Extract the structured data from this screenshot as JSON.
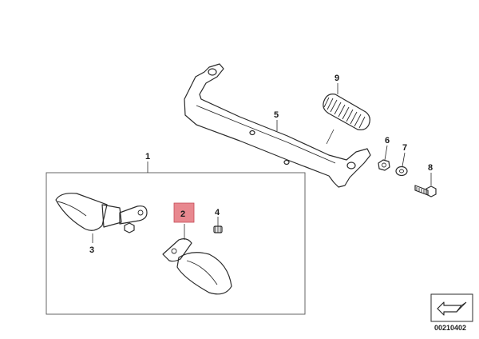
{
  "diagram": {
    "reference_number": "00210402",
    "callouts": [
      {
        "id": "1",
        "label": "1",
        "highlighted": false
      },
      {
        "id": "2",
        "label": "2",
        "highlighted": true
      },
      {
        "id": "3",
        "label": "3",
        "highlighted": false
      },
      {
        "id": "4",
        "label": "4",
        "highlighted": false
      },
      {
        "id": "5",
        "label": "5",
        "highlighted": false
      },
      {
        "id": "6",
        "label": "6",
        "highlighted": false
      },
      {
        "id": "7",
        "label": "7",
        "highlighted": false
      },
      {
        "id": "8",
        "label": "8",
        "highlighted": false
      },
      {
        "id": "9",
        "label": "9",
        "highlighted": false
      }
    ],
    "colors": {
      "highlight_fill": "#e8888f",
      "highlight_border": "#c44a55",
      "line": "#2b2b2b",
      "background": "#ffffff"
    }
  }
}
